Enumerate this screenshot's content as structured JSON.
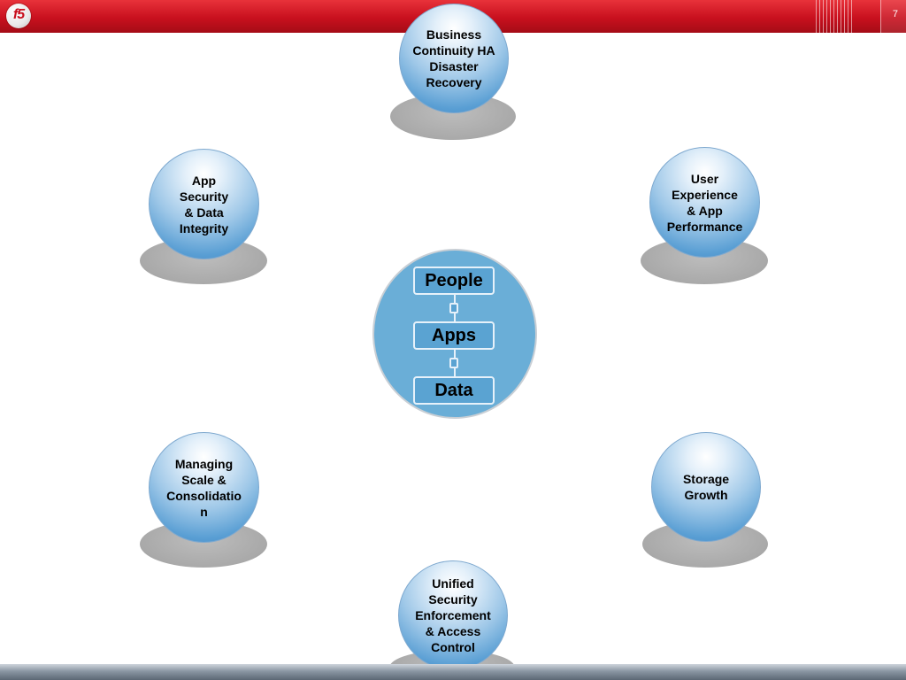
{
  "header": {
    "logo_text": "f5",
    "page_number": "7"
  },
  "diagram": {
    "center": {
      "items": [
        "People",
        "Apps",
        "Data"
      ]
    },
    "nodes": [
      {
        "id": "business-continuity",
        "label": "Business\nContinuity HA\nDisaster\nRecovery"
      },
      {
        "id": "app-security",
        "label": "App\nSecurity\n& Data\nIntegrity"
      },
      {
        "id": "user-experience",
        "label": "User\nExperience\n& App\nPerformance"
      },
      {
        "id": "managing-scale",
        "label": "Managing\nScale &\nConsolidatio\nn"
      },
      {
        "id": "storage-growth",
        "label": "Storage\nGrowth"
      },
      {
        "id": "unified-security",
        "label": "Unified\nSecurity\nEnforcement\n& Access\nControl"
      }
    ]
  },
  "colors": {
    "banner": "#c8101e",
    "sphere": "#5a9fd4",
    "center": "#6aaed7"
  }
}
